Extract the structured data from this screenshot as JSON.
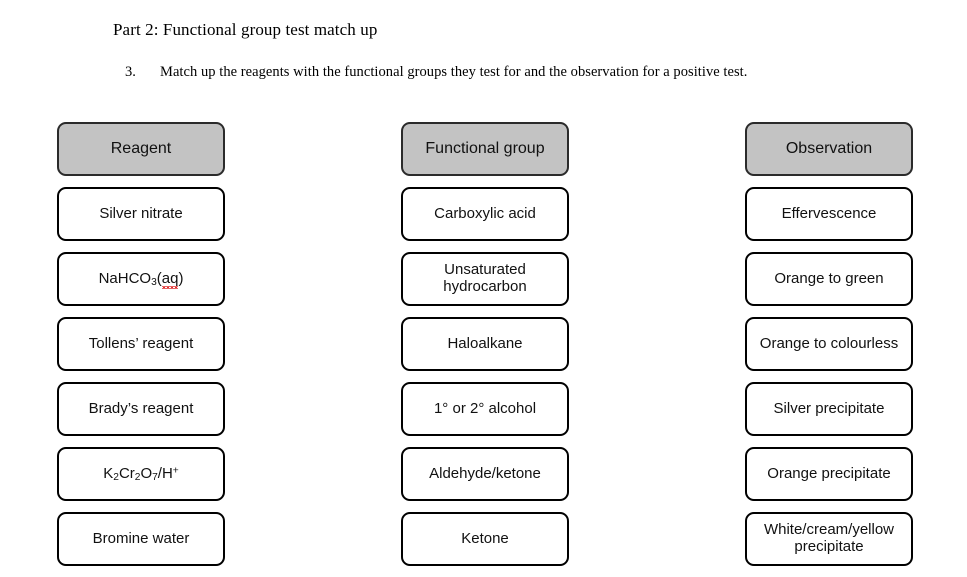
{
  "heading": {
    "title": "Part 2: Functional group test match up"
  },
  "question": {
    "number": "3.",
    "text": "Match up the reagents with the functional groups they test for and the observation for a positive test."
  },
  "style": {
    "header_fill": "#c3c3c3",
    "border_color": "#000000",
    "spellcheck_underline": "#e03030"
  },
  "columns": [
    {
      "header": "Reagent",
      "items": [
        {
          "label": "Silver nitrate"
        },
        {
          "label": "NaHCO3(aq)",
          "html": "NaHCO<sub>3</sub>(<span class=\"squiggle\">aq</span>)",
          "misspelled": "aq"
        },
        {
          "label": "Tollens’ reagent"
        },
        {
          "label": "Brady’s reagent"
        },
        {
          "label": "K2Cr2O7/H+",
          "html": "K<sub>2</sub>Cr<sub>2</sub>O<sub>7</sub>/H<sup>+</sup>"
        },
        {
          "label": "Bromine water"
        }
      ]
    },
    {
      "header": "Functional group",
      "items": [
        {
          "label": "Carboxylic acid"
        },
        {
          "label": "Unsaturated hydrocarbon",
          "html": "Unsaturated<br>hydrocarbon"
        },
        {
          "label": "Haloalkane"
        },
        {
          "label": "1° or 2° alcohol"
        },
        {
          "label": "Aldehyde/ketone"
        },
        {
          "label": "Ketone"
        }
      ]
    },
    {
      "header": "Observation",
      "items": [
        {
          "label": "Effervescence"
        },
        {
          "label": "Orange to green"
        },
        {
          "label": "Orange to colourless"
        },
        {
          "label": "Silver precipitate"
        },
        {
          "label": "Orange precipitate"
        },
        {
          "label": "White/cream/yellow precipitate",
          "html": "White/cream/yellow<br>precipitate"
        }
      ]
    }
  ]
}
